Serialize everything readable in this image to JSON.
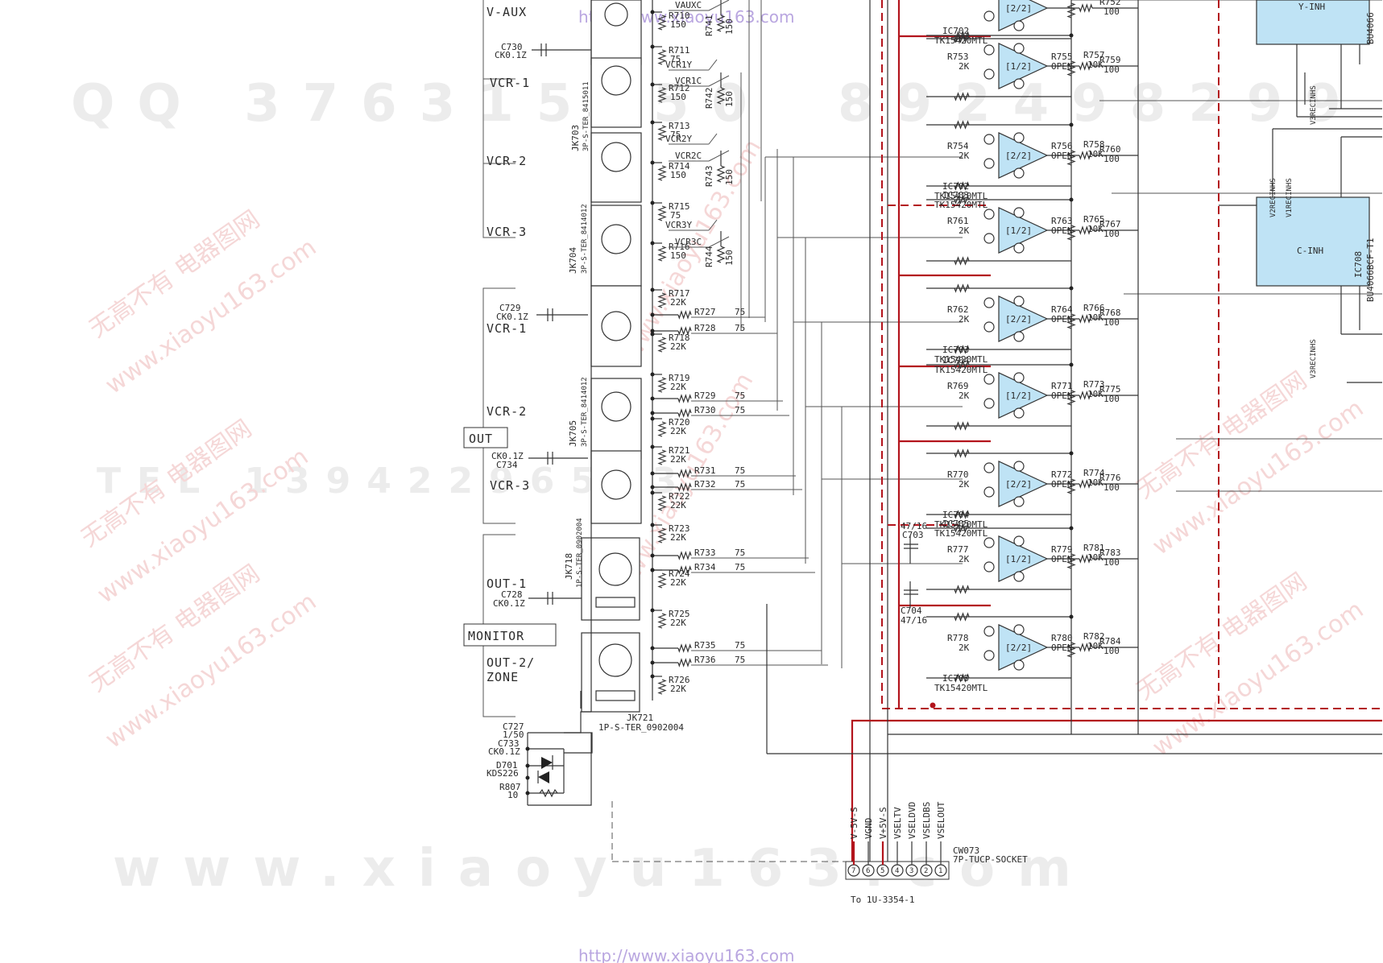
{
  "watermarks": {
    "url_top": "http://www.xiaoyu163.com",
    "url_bottom": "http://www.xiaoyu163.com",
    "qq_left": "QQ 376315150",
    "qq_right": "892498299",
    "phone_mid": "TEL 13942296513",
    "diag": [
      "无高不有 电器图网",
      "www.xiaoyu163.com"
    ],
    "bottom_big": "www.xiaoyu163.com"
  },
  "left_labels": {
    "v_aux": "V-AUX",
    "vcr1_in": "VCR-1",
    "vcr2_in": "VCR-2",
    "vcr3_in": "VCR-3",
    "vcr1_out": "VCR-1",
    "vcr2_out": "VCR-2",
    "vcr3_out": "VCR-3",
    "out_box": "OUT",
    "out1": "OUT-1",
    "monitor_box": "MONITOR",
    "out2": "OUT-2/",
    "zone": "ZONE"
  },
  "capacitors": [
    {
      "name": "C730",
      "value": "CK0.1Z"
    },
    {
      "name": "C729",
      "value": "CK0.1Z"
    },
    {
      "name": "C734",
      "value": "CK0.1Z"
    },
    {
      "name": "C728",
      "value": "CK0.1Z"
    },
    {
      "name": "C727",
      "value": "1/50"
    },
    {
      "name": "C733",
      "value": "CK0.1Z"
    },
    {
      "name": "C703",
      "value": "47/16"
    },
    {
      "name": "C704",
      "value": "47/16"
    }
  ],
  "diode": {
    "name": "D701",
    "value": "KDS226"
  },
  "r807": {
    "name": "R807",
    "value": "10"
  },
  "jacks": [
    {
      "name": "JK703",
      "part": "3P-S-TER_8415011"
    },
    {
      "name": "JK704",
      "part": "3P-S-TER_8414012"
    },
    {
      "name": "JK705",
      "part": "3P-S-TER_8414012"
    },
    {
      "name": "JK718",
      "part": "1P-S-TER_0902004"
    },
    {
      "name": "JK721",
      "part": "1P-S-TER_0902004"
    }
  ],
  "input_resistors": [
    {
      "name": "R710",
      "value": "150"
    },
    {
      "name": "R711",
      "value": "75"
    },
    {
      "name": "R712",
      "value": "150"
    },
    {
      "name": "R713",
      "value": "75"
    },
    {
      "name": "R714",
      "value": "150"
    },
    {
      "name": "R715",
      "value": "75"
    },
    {
      "name": "R716",
      "value": "150"
    },
    {
      "name": "R717",
      "value": "22K"
    },
    {
      "name": "R718",
      "value": "22K"
    },
    {
      "name": "R719",
      "value": "22K"
    },
    {
      "name": "R720",
      "value": "22K"
    },
    {
      "name": "R721",
      "value": "22K"
    },
    {
      "name": "R722",
      "value": "22K"
    },
    {
      "name": "R723",
      "value": "22K"
    },
    {
      "name": "R724",
      "value": "22K"
    },
    {
      "name": "R725",
      "value": "22K"
    },
    {
      "name": "R726",
      "value": "22K"
    }
  ],
  "vertical_resistors": [
    {
      "name": "R741",
      "value": "150"
    },
    {
      "name": "R742",
      "value": "150"
    },
    {
      "name": "R743",
      "value": "150"
    },
    {
      "name": "R744",
      "value": "150"
    }
  ],
  "net_labels": [
    "VAUXC",
    "VCR1Y",
    "VCR1C",
    "VCR2Y",
    "VCR2C",
    "VCR3Y",
    "VCR3C"
  ],
  "series_resistors": [
    {
      "name": "R727",
      "value": "75"
    },
    {
      "name": "R728",
      "value": "75"
    },
    {
      "name": "R729",
      "value": "75"
    },
    {
      "name": "R730",
      "value": "75"
    },
    {
      "name": "R731",
      "value": "75"
    },
    {
      "name": "R732",
      "value": "75"
    },
    {
      "name": "R733",
      "value": "75"
    },
    {
      "name": "R734",
      "value": "75"
    },
    {
      "name": "R735",
      "value": "75"
    },
    {
      "name": "R736",
      "value": "75"
    }
  ],
  "amplifiers": [
    {
      "ic": "IC701",
      "part": "TK15420MTL",
      "unit": "[2/2]",
      "rg": "",
      "rgv": "",
      "rf": "",
      "rfv": "",
      "rt": "",
      "rtv": "",
      "ro": "R752",
      "rov": "100"
    },
    {
      "ic": "IC702",
      "part": "TK15420MTL",
      "unit": "[1/2]",
      "rg": "R753",
      "rgv": "2K",
      "rf": "R755",
      "rfv": "OPEN",
      "rt": "R757",
      "rtv": "10K",
      "ro": "R759",
      "rov": "100"
    },
    {
      "ic": "IC702",
      "part": "TK15420MTL",
      "unit": "[2/2]",
      "rg": "R754",
      "rgv": "2K",
      "rf": "R756",
      "rfv": "OPEN",
      "rt": "R758",
      "rtv": "10K",
      "ro": "R760",
      "rov": "100"
    },
    {
      "ic": "IC703",
      "part": "TK15420MTL",
      "unit": "[1/2]",
      "rg": "R761",
      "rgv": "2K",
      "rf": "R763",
      "rfv": "OPEN",
      "rt": "R765",
      "rtv": "10K",
      "ro": "R767",
      "rov": "100"
    },
    {
      "ic": "IC703",
      "part": "TK15420MTL",
      "unit": "[2/2]",
      "rg": "R762",
      "rgv": "2K",
      "rf": "R764",
      "rfv": "OPEN",
      "rt": "R766",
      "rtv": "10K",
      "ro": "R768",
      "rov": "100"
    },
    {
      "ic": "IC704",
      "part": "TK15420MTL",
      "unit": "[1/2]",
      "rg": "R769",
      "rgv": "2K",
      "rf": "R771",
      "rfv": "OPEN",
      "rt": "R773",
      "rtv": "10K",
      "ro": "R775",
      "rov": "100"
    },
    {
      "ic": "IC704",
      "part": "TK15420MTL",
      "unit": "[2/2]",
      "rg": "R770",
      "rgv": "2K",
      "rf": "R772",
      "rfv": "OPEN",
      "rt": "R774",
      "rtv": "10K",
      "ro": "R776",
      "rov": "100"
    },
    {
      "ic": "IC705",
      "part": "TK15420MTL",
      "unit": "[1/2]",
      "rg": "R777",
      "rgv": "2K",
      "rf": "R779",
      "rfv": "OPEN",
      "rt": "R781",
      "rtv": "10K",
      "ro": "R783",
      "rov": "100"
    },
    {
      "ic": "IC705",
      "part": "TK15420MTL",
      "unit": "[2/2]",
      "rg": "R778",
      "rgv": "2K",
      "rf": "R780",
      "rfv": "OPEN",
      "rt": "R782",
      "rtv": "10K",
      "ro": "R784",
      "rov": "100"
    }
  ],
  "switch_ics": [
    {
      "name": "IC70?",
      "label": "Y-INH",
      "part": "BU4066"
    },
    {
      "name": "IC708",
      "label": "C-INH",
      "part": "BU4066BCF-T1"
    }
  ],
  "switch_signals": [
    "V3RECINHS",
    "V2RECINHS",
    "V1RECINHS",
    "V3RECINHS"
  ],
  "connector": {
    "name": "CW073",
    "type": "7P-TUCP-SOCKET",
    "dest": "To 1U-3354-1",
    "pins": [
      "V-5V-S",
      "VGND",
      "V+5V-S",
      "VSELTV",
      "VSELDVD",
      "VSELDBS",
      "VSELOUT"
    ],
    "numbers": [
      "7",
      "6",
      "5",
      "4",
      "3",
      "2",
      "1"
    ]
  }
}
